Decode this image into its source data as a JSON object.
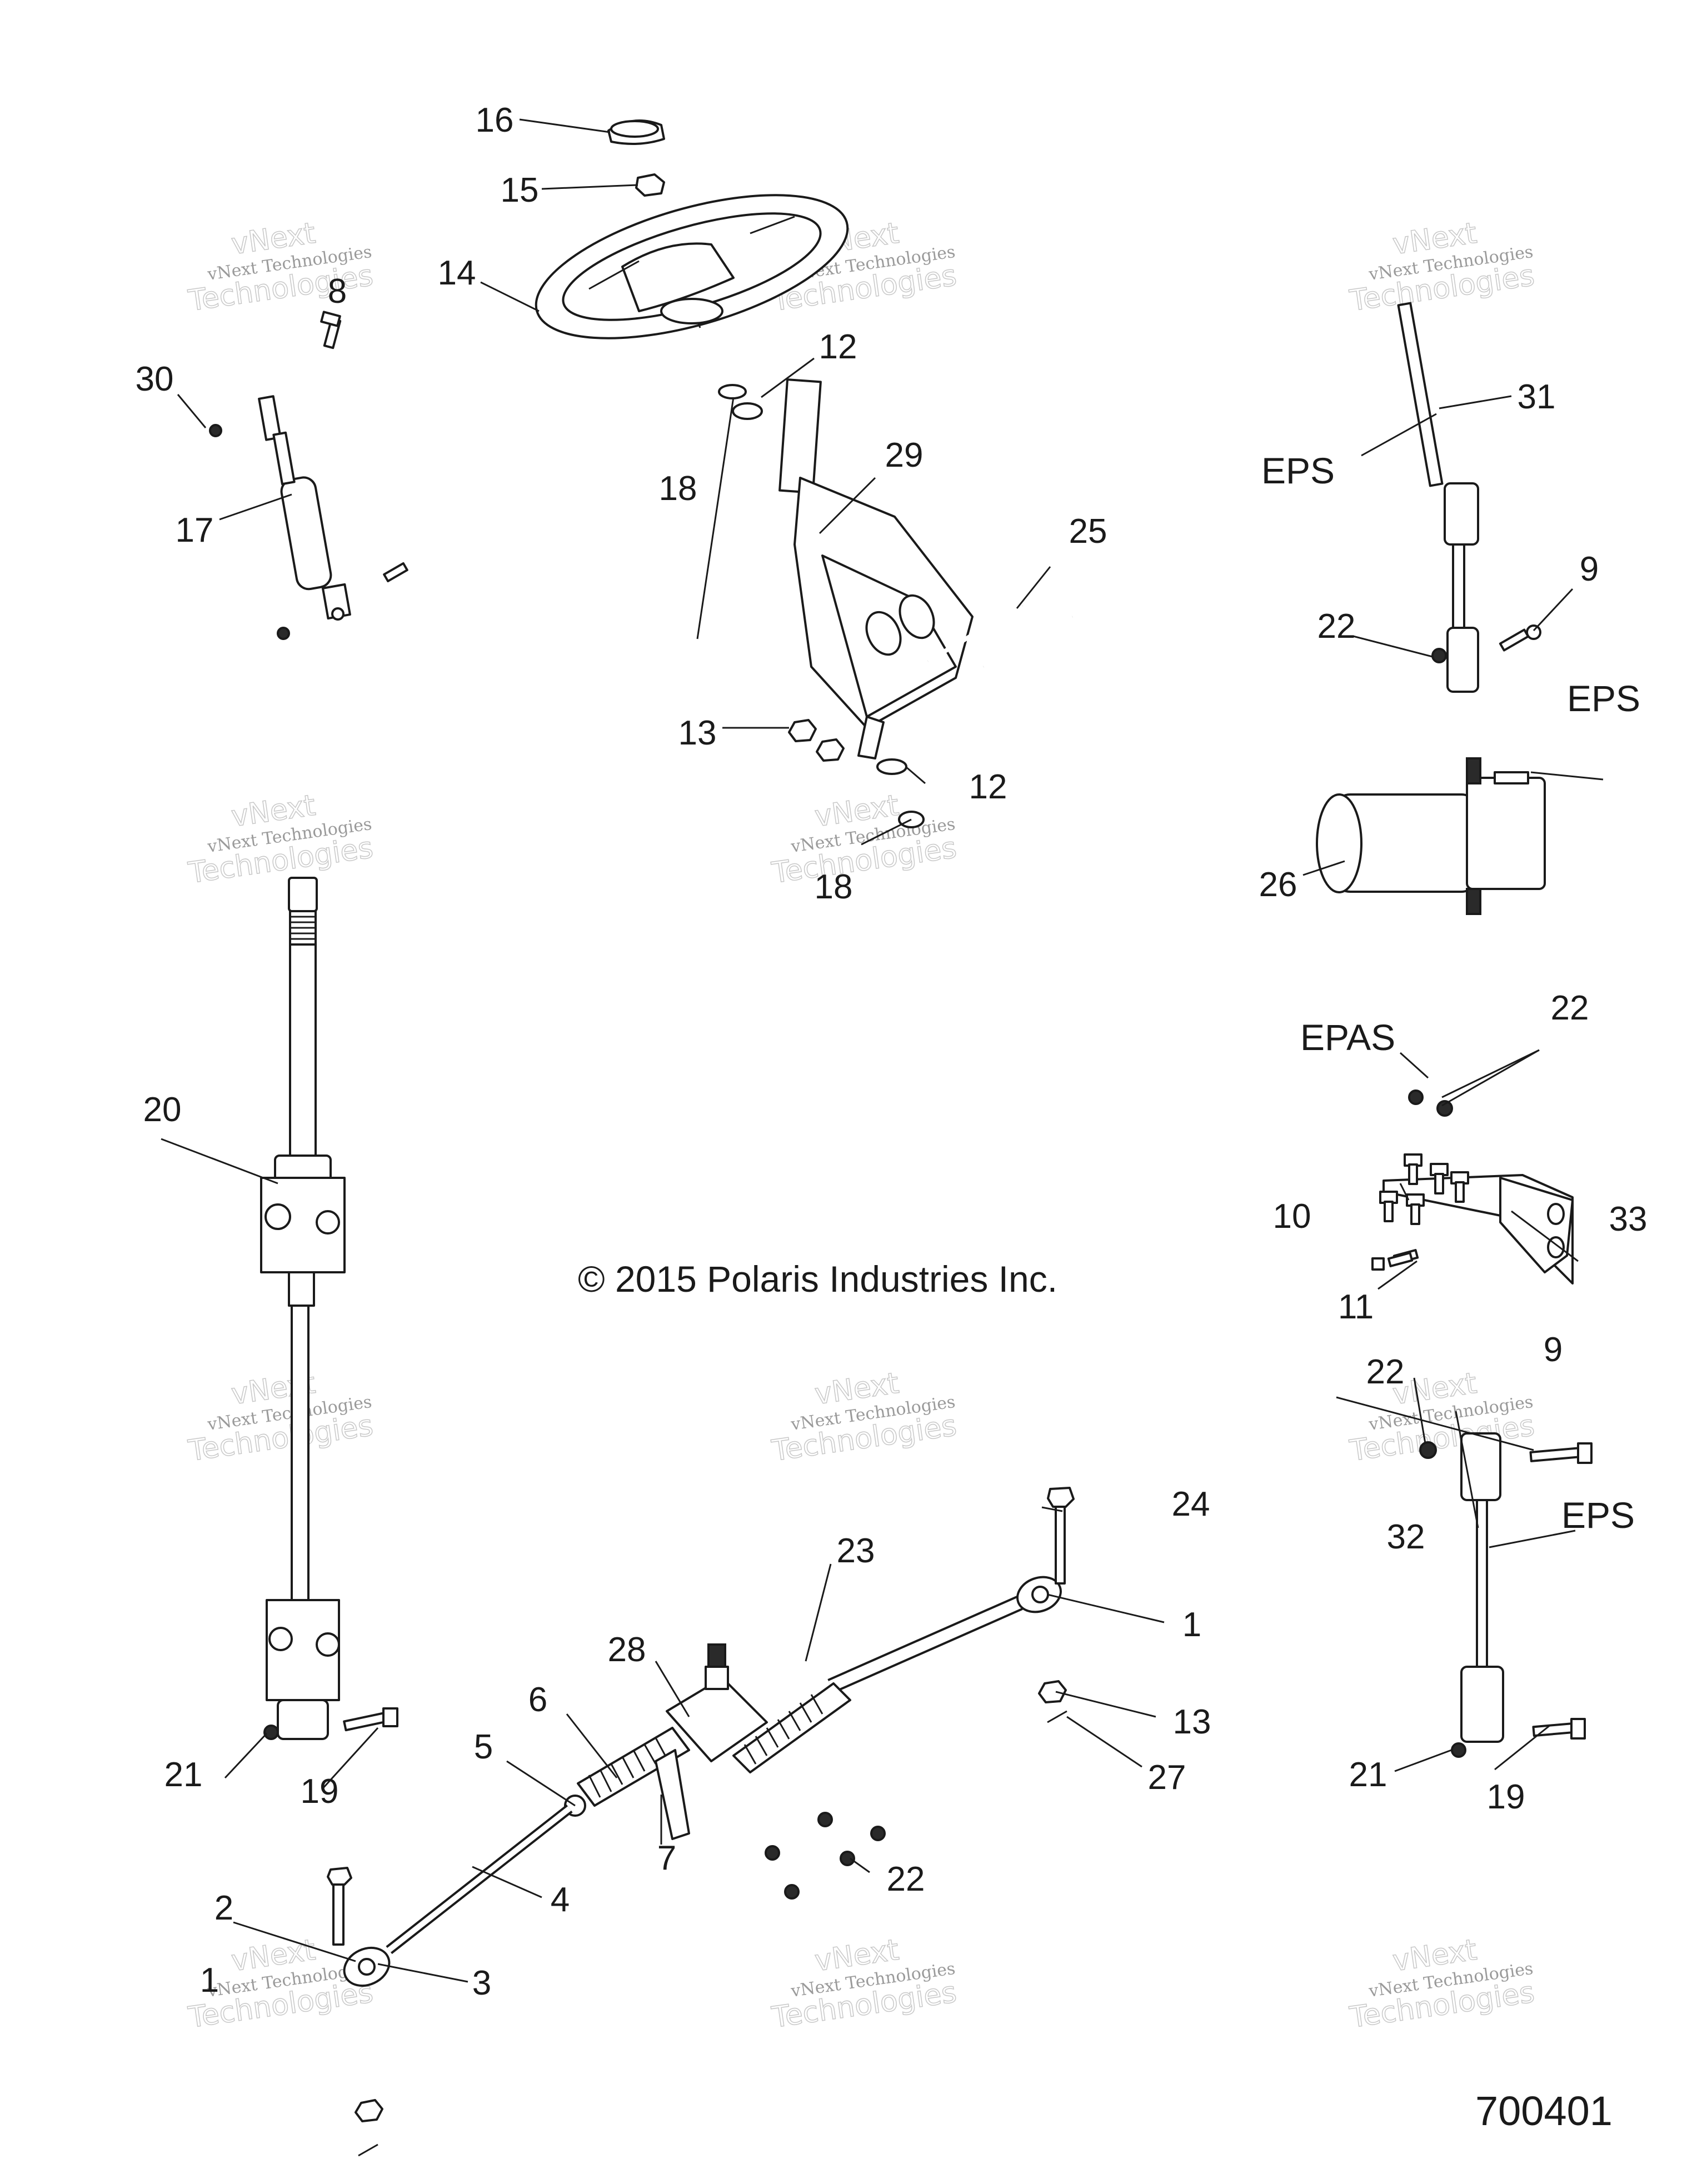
{
  "callouts": [
    {
      "id": "c16",
      "label": "16"
    },
    {
      "id": "c15",
      "label": "15"
    },
    {
      "id": "c14",
      "label": "14"
    },
    {
      "id": "c8",
      "label": "8"
    },
    {
      "id": "c30",
      "label": "30"
    },
    {
      "id": "c17",
      "label": "17"
    },
    {
      "id": "c12a",
      "label": "12"
    },
    {
      "id": "c18a",
      "label": "18"
    },
    {
      "id": "c29",
      "label": "29"
    },
    {
      "id": "c25",
      "label": "25"
    },
    {
      "id": "c13a",
      "label": "13"
    },
    {
      "id": "c12b",
      "label": "12"
    },
    {
      "id": "c18b",
      "label": "18"
    },
    {
      "id": "c31",
      "label": "31"
    },
    {
      "id": "c9a",
      "label": "9"
    },
    {
      "id": "c22a",
      "label": "22"
    },
    {
      "id": "c26",
      "label": "26"
    },
    {
      "id": "c22b",
      "label": "22"
    },
    {
      "id": "c10",
      "label": "10"
    },
    {
      "id": "c33",
      "label": "33"
    },
    {
      "id": "c11",
      "label": "11"
    },
    {
      "id": "c20",
      "label": "20"
    },
    {
      "id": "c22c",
      "label": "22"
    },
    {
      "id": "c9b",
      "label": "9"
    },
    {
      "id": "c32",
      "label": "32"
    },
    {
      "id": "c21a",
      "label": "21"
    },
    {
      "id": "c19a",
      "label": "19"
    },
    {
      "id": "c24",
      "label": "24"
    },
    {
      "id": "c23",
      "label": "23"
    },
    {
      "id": "c1a",
      "label": "1"
    },
    {
      "id": "c28",
      "label": "28"
    },
    {
      "id": "c6",
      "label": "6"
    },
    {
      "id": "c5",
      "label": "5"
    },
    {
      "id": "c13b",
      "label": "13"
    },
    {
      "id": "c27",
      "label": "27"
    },
    {
      "id": "c7",
      "label": "7"
    },
    {
      "id": "c22d",
      "label": "22"
    },
    {
      "id": "c4",
      "label": "4"
    },
    {
      "id": "c2",
      "label": "2"
    },
    {
      "id": "c1b",
      "label": "1"
    },
    {
      "id": "c3",
      "label": "3"
    },
    {
      "id": "c21b",
      "label": "21"
    },
    {
      "id": "c19b",
      "label": "19"
    }
  ],
  "tags": {
    "eps_column": "EPS",
    "eps_unit": "EPS",
    "epas_bracket": "EPAS",
    "eps_shaft": "EPS"
  },
  "copyright": "© 2015 Polaris Industries Inc.",
  "drawing_number": "700401",
  "watermark": {
    "line1": "vNext",
    "line2": "vNext Technologies",
    "line3": "Technologies"
  }
}
